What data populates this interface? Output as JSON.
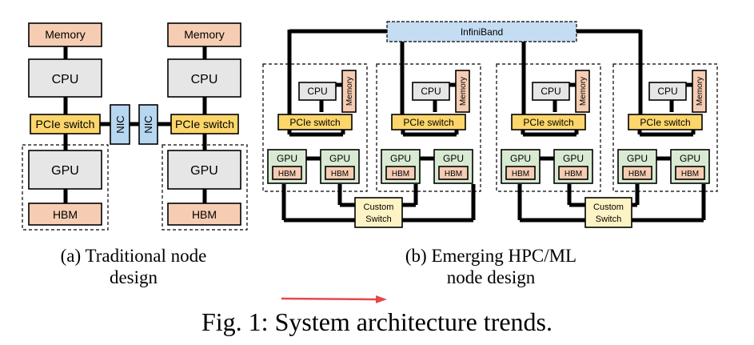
{
  "colors": {
    "memory": "#f6cdb3",
    "cpu": "#e6e6e6",
    "pcie": "#fcd66a",
    "nic": "#b7d6f0",
    "gpu": "#d9ead3",
    "hbm": "#f6cdb3",
    "infiniband": "#c5ddf3",
    "switch": "#fdf3c4",
    "arrow": "#e64848"
  },
  "diagram_a": {
    "memory": "Memory",
    "cpu": "CPU",
    "pcie": "PCIe switch",
    "nic": "NIC",
    "gpu": "GPU",
    "hbm": "HBM"
  },
  "diagram_b": {
    "infiniband": "InfiniBand",
    "cpu": "CPU",
    "memory": "Memory",
    "pcie": "PCIe switch",
    "gpu": "GPU",
    "hbm": "HBM",
    "switch_line1": "Custom",
    "switch_line2": "Switch"
  },
  "captions": {
    "a_line1": "(a) Traditional node",
    "a_line2": "design",
    "b_line1": "(b) Emerging HPC/ML",
    "b_line2": "node design",
    "figure": "Fig. 1: System architecture trends."
  }
}
